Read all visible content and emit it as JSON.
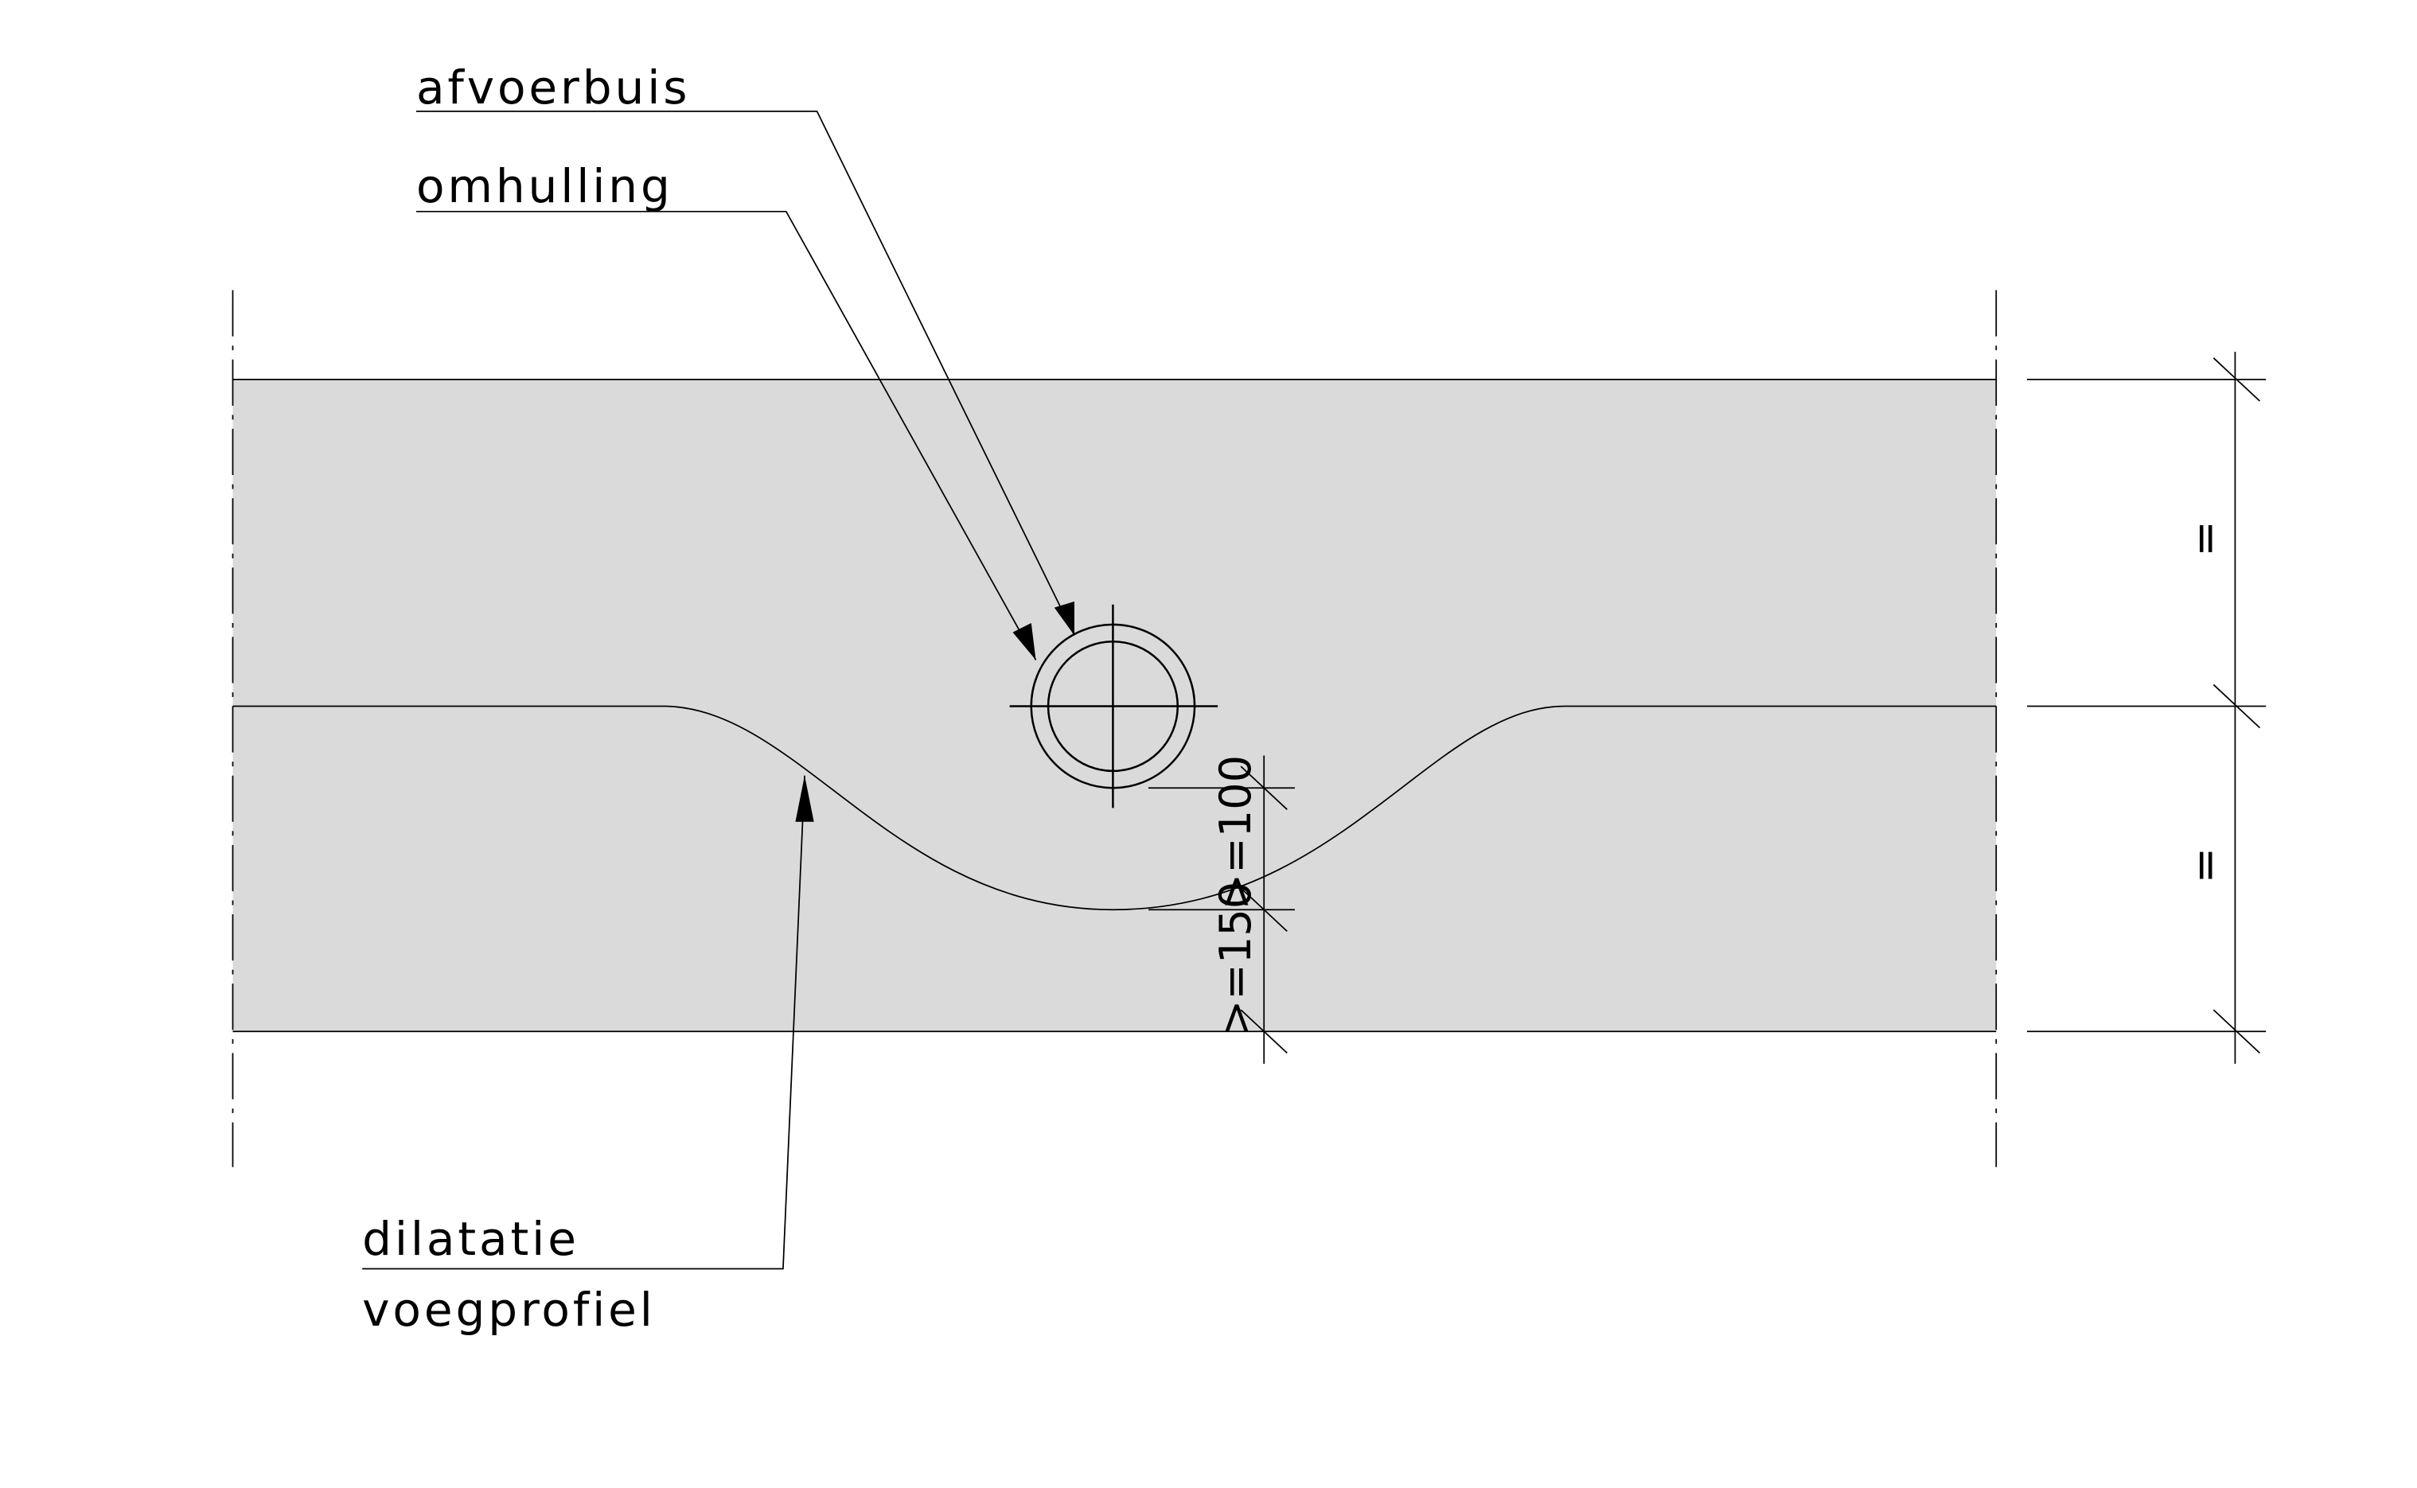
{
  "labels": {
    "pipe": "afvoerbuis",
    "casing": "omhulling",
    "joint_line1": "dilatatie",
    "joint_line2": "voegprofiel"
  },
  "dimensions": {
    "pipe_to_joint": ">=100",
    "joint_to_bottom": ">=150",
    "equal_top": "=",
    "equal_bottom": "="
  },
  "colors": {
    "slab_fill": "#dadada",
    "line": "#000000"
  }
}
